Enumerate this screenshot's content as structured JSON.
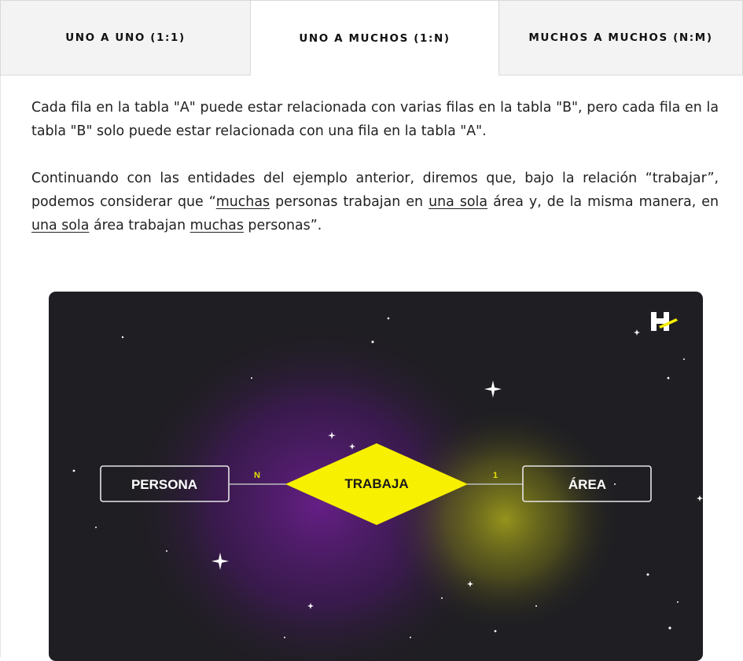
{
  "tabs": [
    {
      "label": "UNO A UNO (1:1)",
      "active": false
    },
    {
      "label": "UNO A MUCHOS (1:N)",
      "active": true
    },
    {
      "label": "MUCHOS A MUCHOS (N:M)",
      "active": false
    }
  ],
  "content": {
    "p1": "Cada fila en la tabla \"A\" puede estar relacionada con varias filas en la tabla \"B\", pero cada fila en la tabla \"B\" solo puede estar relacionada con una fila en la tabla \"A\".",
    "p2": {
      "s1": "Continuando con las entidades del ejemplo anterior, diremos que, bajo la relación “trabajar”, podemos considerar que “",
      "u1": "muchas",
      "s2": " personas trabajan en ",
      "u2": "una sola",
      "s3": " área y, de la misma manera, en ",
      "u3": "una sola",
      "s4": " área trabajan ",
      "u4": "muchas",
      "s5": " personas”."
    }
  },
  "diagram": {
    "entity_left": "PERSONA",
    "relation": "TRABAJA",
    "entity_right": "ÁREA",
    "card_left": "N",
    "card_right": "1",
    "colors": {
      "background": "#1f1e22",
      "purple_glow": "#6a1f8c",
      "yellow_glow": "#9c9a1c",
      "relation_fill": "#f7f000",
      "card_color": "#e8e000",
      "logo_accent": "#f7f000"
    }
  }
}
